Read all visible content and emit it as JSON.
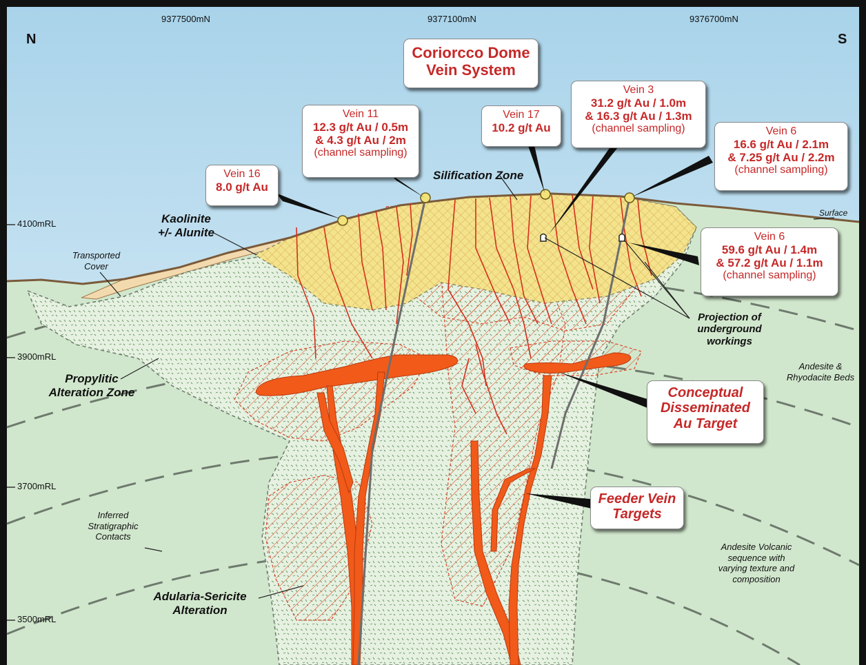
{
  "compass": {
    "north": "N",
    "south": "S"
  },
  "northings": [
    "9377500mN",
    "9377100mN",
    "9376700mN"
  ],
  "elevations": [
    "4100mRL",
    "3900mRL",
    "3700mRL",
    "3500mRL"
  ],
  "title": {
    "line1": "Coriorcco Dome",
    "line2": "Vein System"
  },
  "callouts": {
    "vein16": {
      "name": "Vein 16",
      "grade": "8.0 g/t Au"
    },
    "vein11": {
      "name": "Vein 11",
      "line1": "12.3 g/t Au / 0.5m",
      "line2": "& 4.3 g/t Au / 2m",
      "note": "(channel sampling)"
    },
    "vein17": {
      "name": "Vein 17",
      "grade": "10.2 g/t Au"
    },
    "vein3": {
      "name": "Vein 3",
      "line1": "31.2 g/t Au / 1.0m",
      "line2": "& 16.3 g/t Au / 1.3m",
      "note": "(channel sampling)"
    },
    "vein6a": {
      "name": "Vein 6",
      "line1": "16.6 g/t Au / 2.1m",
      "line2": "& 7.25 g/t Au / 2.2m",
      "note": "(channel sampling)"
    },
    "vein6b": {
      "name": "Vein 6",
      "line1": "59.6 g/t Au / 1.4m",
      "line2": "& 57.2 g/t Au / 1.1m",
      "note": "(channel sampling)"
    }
  },
  "targets": {
    "disseminated": {
      "line1": "Conceptual",
      "line2": "Disseminated",
      "line3": "Au Target"
    },
    "feeder": {
      "line1": "Feeder Vein",
      "line2": "Targets"
    }
  },
  "labels": {
    "silification": "Silification Zone",
    "surface": "Surface",
    "kaolinite1": "Kaolinite",
    "kaolinite2": "+/- Alunite",
    "transported1": "Transported",
    "transported2": "Cover",
    "propylitic1": "Propylitic",
    "propylitic2": "Alteration Zone",
    "projection1": "Projection of",
    "projection2": "underground",
    "projection3": "workings",
    "andesite1": "Andesite &",
    "andesite2": "Rhyodacite Beds",
    "inferred1": "Inferred",
    "inferred2": "Stratigraphic",
    "inferred3": "Contacts",
    "adularia1": "Adularia-Sericite",
    "adularia2": "Alteration",
    "volcanic1": "Andesite Volcanic",
    "volcanic2": "sequence with",
    "volcanic3": "varying texture and",
    "volcanic4": "composition"
  },
  "colors": {
    "sky": "#cfe6f3",
    "host_rock": "#d3e8cf",
    "alteration": "#e7f2e2",
    "silification": "#f3e38c",
    "veins": "#f25a1a",
    "callout_text": "#c62828"
  }
}
